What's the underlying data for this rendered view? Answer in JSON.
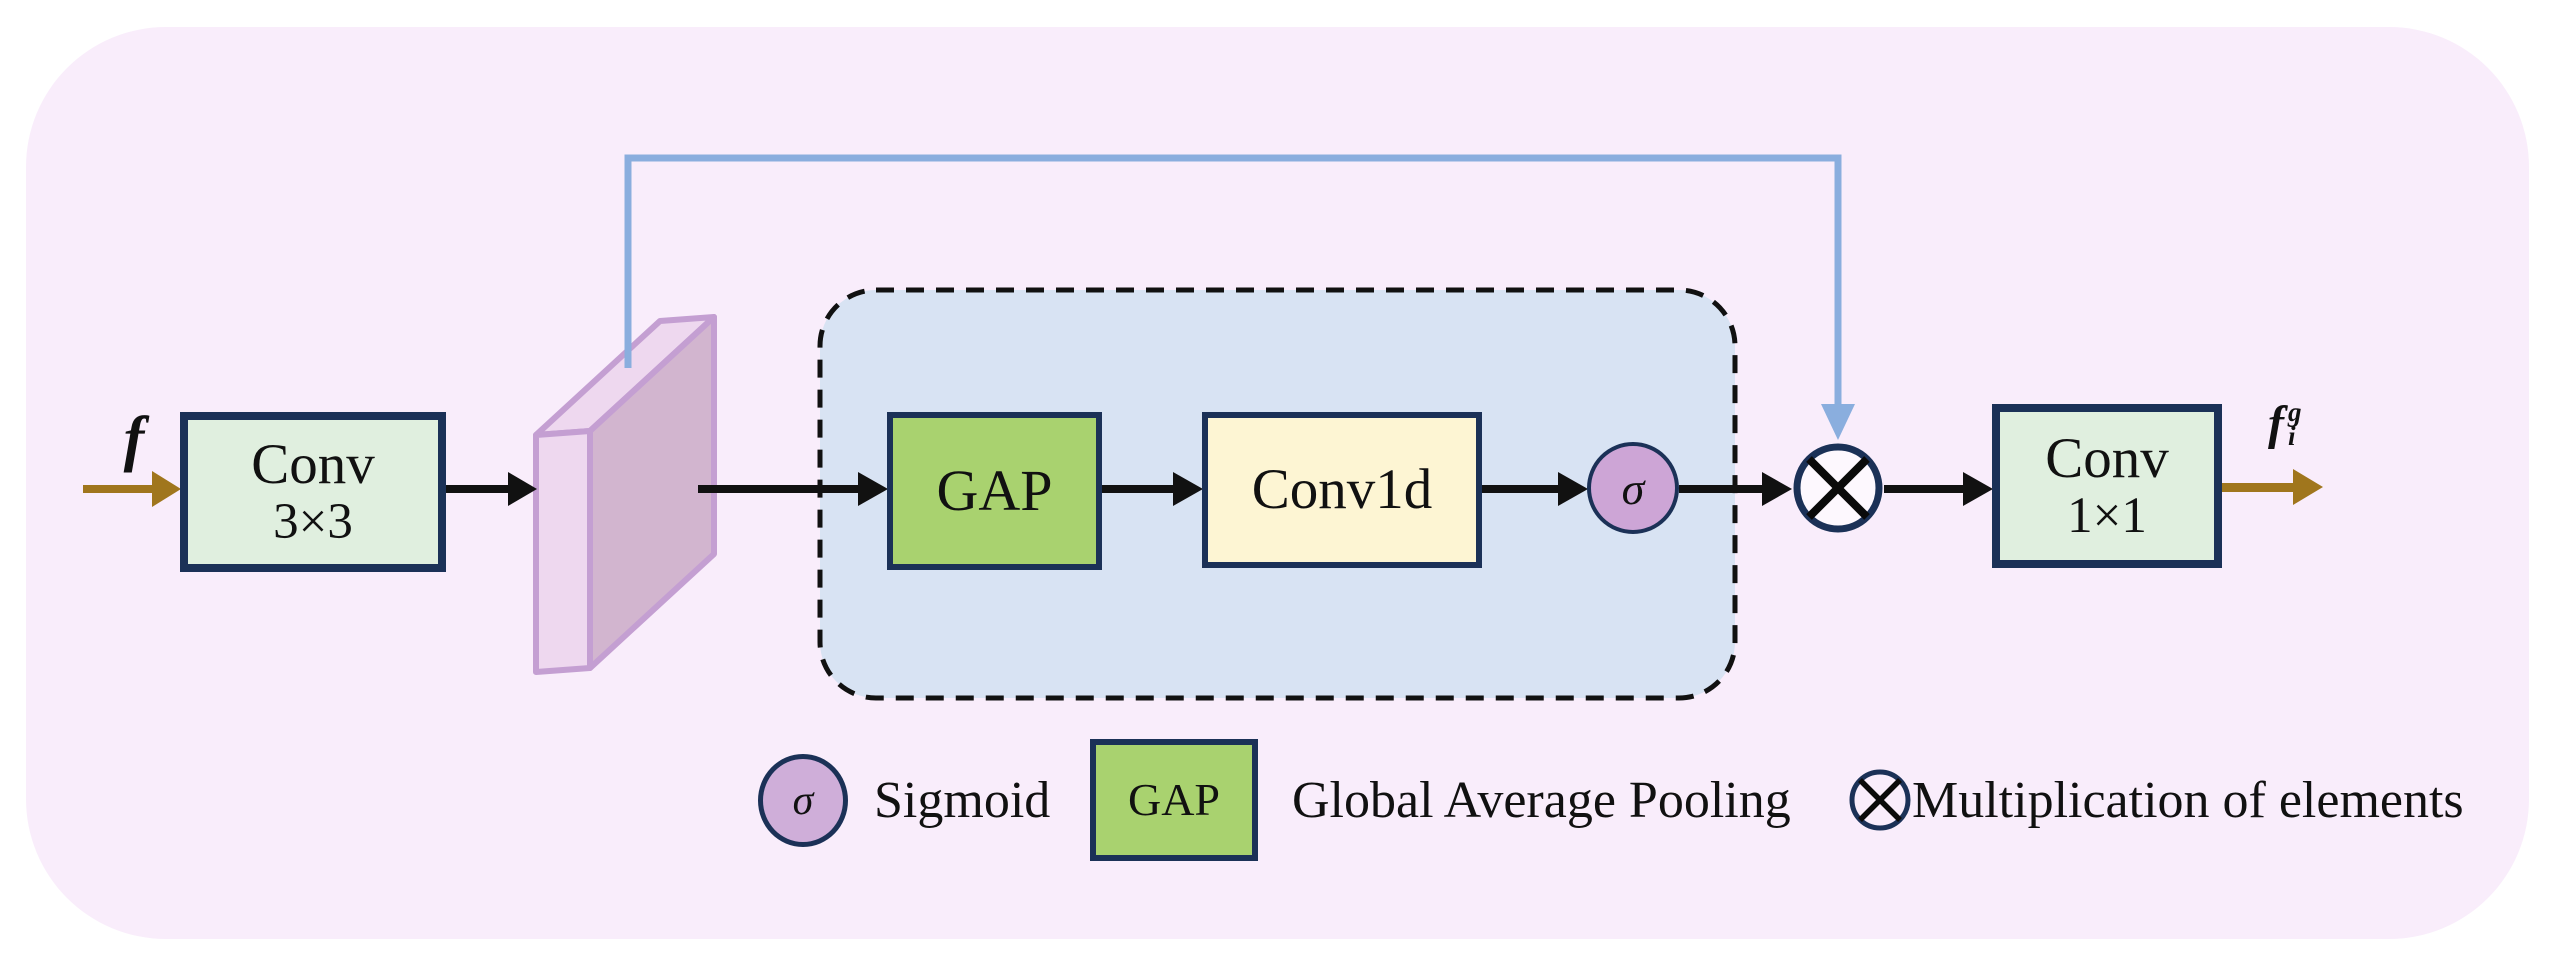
{
  "diagram": {
    "input_label": {
      "base": "f"
    },
    "output_label": {
      "base": "f",
      "sup": "g",
      "sub": "i"
    },
    "blocks": {
      "conv3x3": {
        "line1": "Conv",
        "line2": "3×3"
      },
      "gap": {
        "label": "GAP"
      },
      "conv1d": {
        "label": "Conv1d"
      },
      "sigma": {
        "symbol": "σ"
      },
      "conv1x1": {
        "line1": "Conv",
        "line2": "1×1"
      }
    },
    "legend": {
      "sigma_symbol": "σ",
      "sigma_label": "Sigmoid",
      "gap_symbol": "GAP",
      "gap_label": "Global Average Pooling",
      "multiply_label": "Multiplication of elements"
    },
    "colors": {
      "panel_background": "#f9edfb",
      "attention_group_fill": "#d8e3f3",
      "conv_box_fill": "#e0efdf",
      "gap_box_fill": "#a9d26f",
      "conv1d_box_fill": "#fdf5d3",
      "sigma_fill": "#cda5d6",
      "box_border_navy": "#1b3157",
      "feature_slab_front": "#eed8ef",
      "feature_slab_side": "#d2b5cf",
      "feature_slab_outline": "#c49fd2",
      "skip_connection_blue": "#8aaede",
      "io_arrow_brown": "#a0761d",
      "flow_arrow_black": "#111111"
    }
  }
}
